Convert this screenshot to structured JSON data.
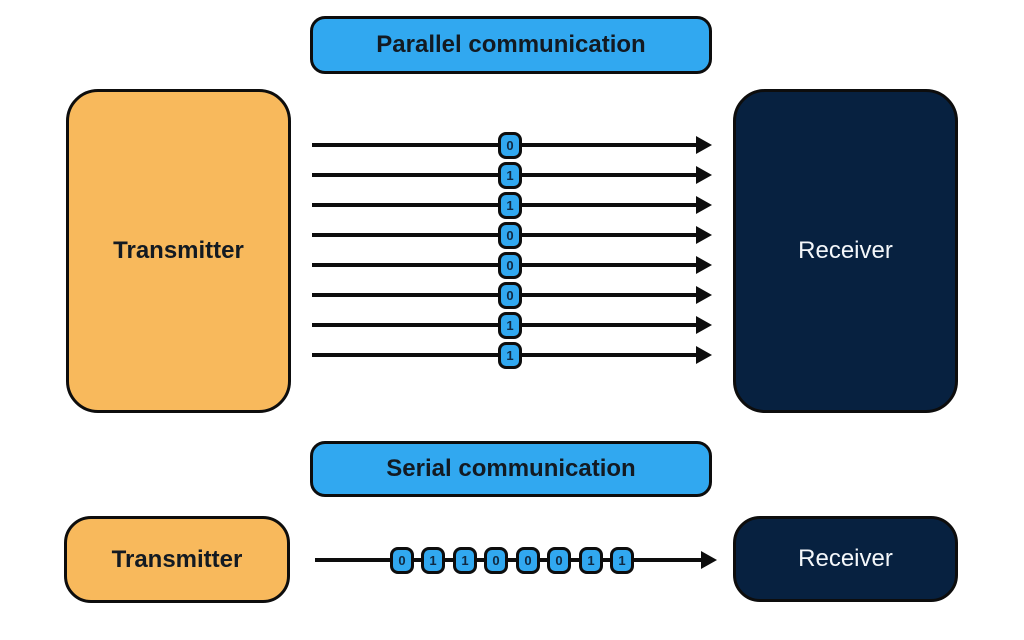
{
  "parallel": {
    "title": "Parallel communication",
    "transmitter_label": "Transmitter",
    "receiver_label": "Receiver",
    "bits": [
      "0",
      "1",
      "1",
      "0",
      "0",
      "0",
      "1",
      "1"
    ]
  },
  "serial": {
    "title": "Serial communication",
    "transmitter_label": "Transmitter",
    "receiver_label": "Receiver",
    "bits": [
      "0",
      "1",
      "1",
      "0",
      "0",
      "0",
      "1",
      "1"
    ]
  },
  "colors": {
    "accent_blue": "#31A8F0",
    "transmitter_orange": "#F8B95C",
    "receiver_navy": "#072140",
    "outline_black": "#0D0D0D",
    "bit_text_navy": "#102840",
    "receiver_text": "#F4F7FA",
    "dark_text": "#131A22"
  }
}
